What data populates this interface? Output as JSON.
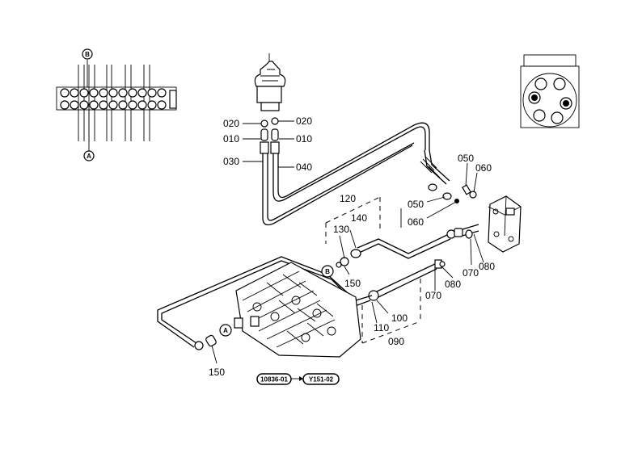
{
  "labels": {
    "p020_left": "020",
    "p010_left": "010",
    "p030": "030",
    "p020_right": "020",
    "p010_right": "010",
    "p040": "040",
    "p050_top": "050",
    "p060_top": "060",
    "p050_mid": "050",
    "p060_mid": "060",
    "p120": "120",
    "p140": "140",
    "p130": "130",
    "p150_mid": "150",
    "p070_right": "070",
    "p080_right": "080",
    "p080_mid": "080",
    "p070_mid": "070",
    "p100": "100",
    "p110": "110",
    "p090": "090",
    "p150_bottom": "150"
  },
  "markers": {
    "inset_top": "B",
    "inset_bottom": "A",
    "pipe_b": "B",
    "pipe_a": "A"
  },
  "refs": {
    "from": "10836-01",
    "to": "Y151-02"
  }
}
